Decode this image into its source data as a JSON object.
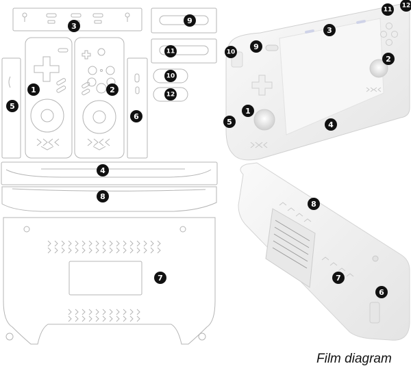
{
  "caption": "Film diagram",
  "callouts": {
    "n1": "1",
    "n2": "2",
    "n3": "3",
    "n4": "4",
    "n5": "5",
    "n6": "6",
    "n7": "7",
    "n8": "8",
    "n9": "9",
    "n10": "10",
    "n11": "11",
    "n12": "12"
  },
  "colors": {
    "outline": "#b4b4b4",
    "badge": "#111111",
    "device_body": "#f3f3f3",
    "device_shadow": "#dcdcdc"
  }
}
